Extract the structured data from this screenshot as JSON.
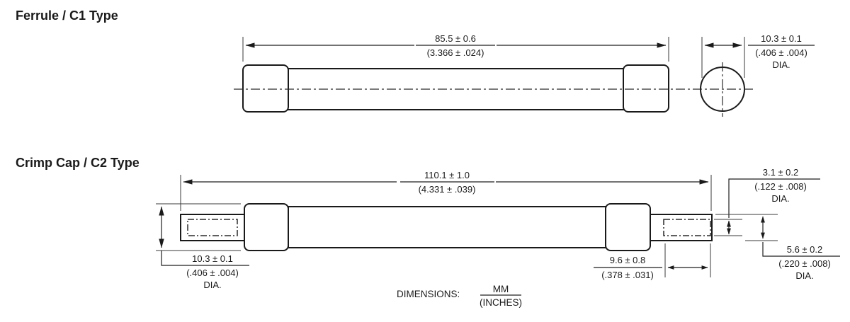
{
  "colors": {
    "line": "#1a1a1a",
    "background": "#ffffff"
  },
  "c1": {
    "title": "Ferrule / C1 Type",
    "length": {
      "mm": "85.5 ± 0.6",
      "in": "(3.366 ± .024)"
    },
    "diameter": {
      "mm": "10.3 ± 0.1",
      "in": "(.406 ± .004)",
      "suffix": "DIA."
    }
  },
  "c2": {
    "title": "Crimp Cap / C2 Type",
    "length": {
      "mm": "110.1 ± 1.0",
      "in": "(4.331 ± .039)"
    },
    "body_diameter": {
      "mm": "10.3 ± 0.1",
      "in": "(.406 ± .004)",
      "suffix": "DIA."
    },
    "crimp_inner_diameter": {
      "mm": "3.1 ± 0.2",
      "in": "(.122 ± .008)",
      "suffix": "DIA."
    },
    "crimp_length": {
      "mm": "9.6 ± 0.8",
      "in": "(.378 ± .031)"
    },
    "crimp_diameter": {
      "mm": "5.6 ± 0.2",
      "in": "(.220 ± .008)",
      "suffix": "DIA."
    }
  },
  "footer": {
    "label": "DIMENSIONS:",
    "unit_mm": "MM",
    "unit_inches": "(INCHES)"
  }
}
